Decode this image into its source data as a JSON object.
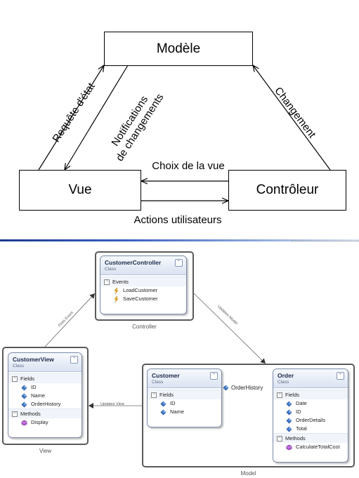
{
  "mvc": {
    "model": "Modèle",
    "view": "Vue",
    "controller": "Contrôleur",
    "state_request": "Requête d'état",
    "change_notifications_line1": "Notifications",
    "change_notifications_line2": "de changements",
    "change": "Changement",
    "view_choice": "Choix de la vue",
    "user_actions": "Actions utilisateurs"
  },
  "class_diagram": {
    "controller_panel_caption": "Controller",
    "view_panel_caption": "View",
    "model_panel_caption": "Model",
    "fires_event": "Fires Event",
    "updates_model": "Updates Model",
    "updates_view": "Updates View",
    "association": "OrderHistory",
    "classes": {
      "customer_controller": {
        "name": "CustomerController",
        "kind": "Class",
        "sections": [
          {
            "title": "Events",
            "members": [
              "LoadCustomer",
              "SaveCustomer"
            ]
          }
        ]
      },
      "customer_view": {
        "name": "CustomerView",
        "kind": "Class",
        "fields_title": "Fields",
        "fields": [
          "ID",
          "Name",
          "OrderHistory"
        ],
        "methods_title": "Methods",
        "methods": [
          "Display"
        ]
      },
      "customer": {
        "name": "Customer",
        "kind": "Class",
        "fields_title": "Fields",
        "fields": [
          "ID",
          "Name"
        ]
      },
      "order": {
        "name": "Order",
        "kind": "Class",
        "fields_title": "Fields",
        "fields": [
          "Date",
          "ID",
          "OrderDetails",
          "Total"
        ],
        "methods_title": "Methods",
        "methods": [
          "CalculateTotalCost"
        ]
      }
    },
    "toggle_glyph": "⌃",
    "collapse_glyph": "−"
  }
}
